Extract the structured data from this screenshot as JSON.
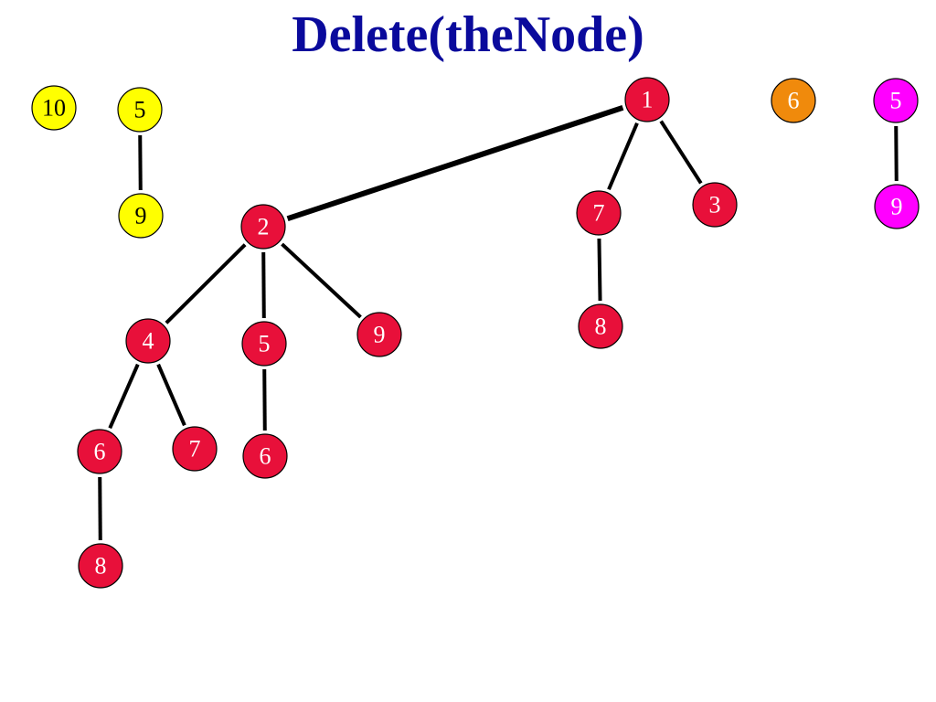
{
  "title": "Delete(theNode)",
  "colors": {
    "red": "#e8103a",
    "yellow": "#ffff00",
    "orange": "#f08a0c",
    "magenta": "#ff00ff",
    "edge": "#000000",
    "title": "#0a0a9c"
  },
  "nodes": [
    {
      "id": "y10",
      "label": "10",
      "color": "yellow"
    },
    {
      "id": "y5",
      "label": "5",
      "color": "yellow"
    },
    {
      "id": "y9",
      "label": "9",
      "color": "yellow"
    },
    {
      "id": "r1",
      "label": "1",
      "color": "red"
    },
    {
      "id": "r2",
      "label": "2",
      "color": "red"
    },
    {
      "id": "r7a",
      "label": "7",
      "color": "red"
    },
    {
      "id": "r3",
      "label": "3",
      "color": "red"
    },
    {
      "id": "r8a",
      "label": "8",
      "color": "red"
    },
    {
      "id": "r4",
      "label": "4",
      "color": "red"
    },
    {
      "id": "r5",
      "label": "5",
      "color": "red"
    },
    {
      "id": "r9",
      "label": "9",
      "color": "red"
    },
    {
      "id": "r6a",
      "label": "6",
      "color": "red"
    },
    {
      "id": "r7b",
      "label": "7",
      "color": "red"
    },
    {
      "id": "r6b",
      "label": "6",
      "color": "red"
    },
    {
      "id": "r8b",
      "label": "8",
      "color": "red"
    },
    {
      "id": "o6",
      "label": "6",
      "color": "orange"
    },
    {
      "id": "m5",
      "label": "5",
      "color": "magenta"
    },
    {
      "id": "m9",
      "label": "9",
      "color": "magenta"
    }
  ],
  "edges": [
    {
      "from": "y5",
      "to": "y9"
    },
    {
      "from": "r1",
      "to": "r2",
      "thick": true
    },
    {
      "from": "r1",
      "to": "r7a"
    },
    {
      "from": "r1",
      "to": "r3"
    },
    {
      "from": "r7a",
      "to": "r8a"
    },
    {
      "from": "r2",
      "to": "r4"
    },
    {
      "from": "r2",
      "to": "r5"
    },
    {
      "from": "r2",
      "to": "r9"
    },
    {
      "from": "r4",
      "to": "r6a"
    },
    {
      "from": "r4",
      "to": "r7b"
    },
    {
      "from": "r6a",
      "to": "r8b"
    },
    {
      "from": "r5",
      "to": "r6b"
    },
    {
      "from": "m5",
      "to": "m9"
    }
  ]
}
